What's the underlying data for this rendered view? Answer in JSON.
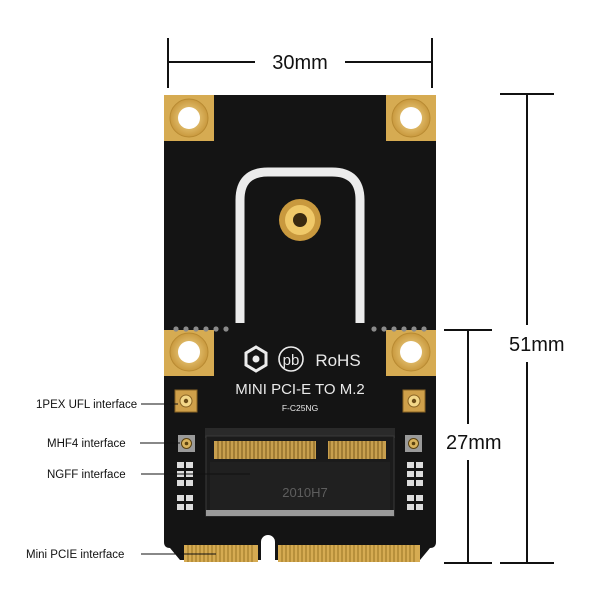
{
  "dimensions": {
    "width_label": "30mm",
    "height_label": "51mm",
    "half_height_label": "27mm"
  },
  "board": {
    "logo_text": "pb",
    "rohs_text": "RoHS",
    "title": "MINI PCI-E TO M.2",
    "model": "F-C25NG",
    "chip_marking": "2010H7",
    "colors": {
      "pcb": "#121212",
      "gold": "#d6ab52",
      "silkscreen": "#ececec"
    }
  },
  "callouts": {
    "ufl": "1PEX UFL interface",
    "mhf4": "MHF4 interface",
    "ngff": "NGFF interface",
    "minipcie": "Mini PCIE interface"
  }
}
